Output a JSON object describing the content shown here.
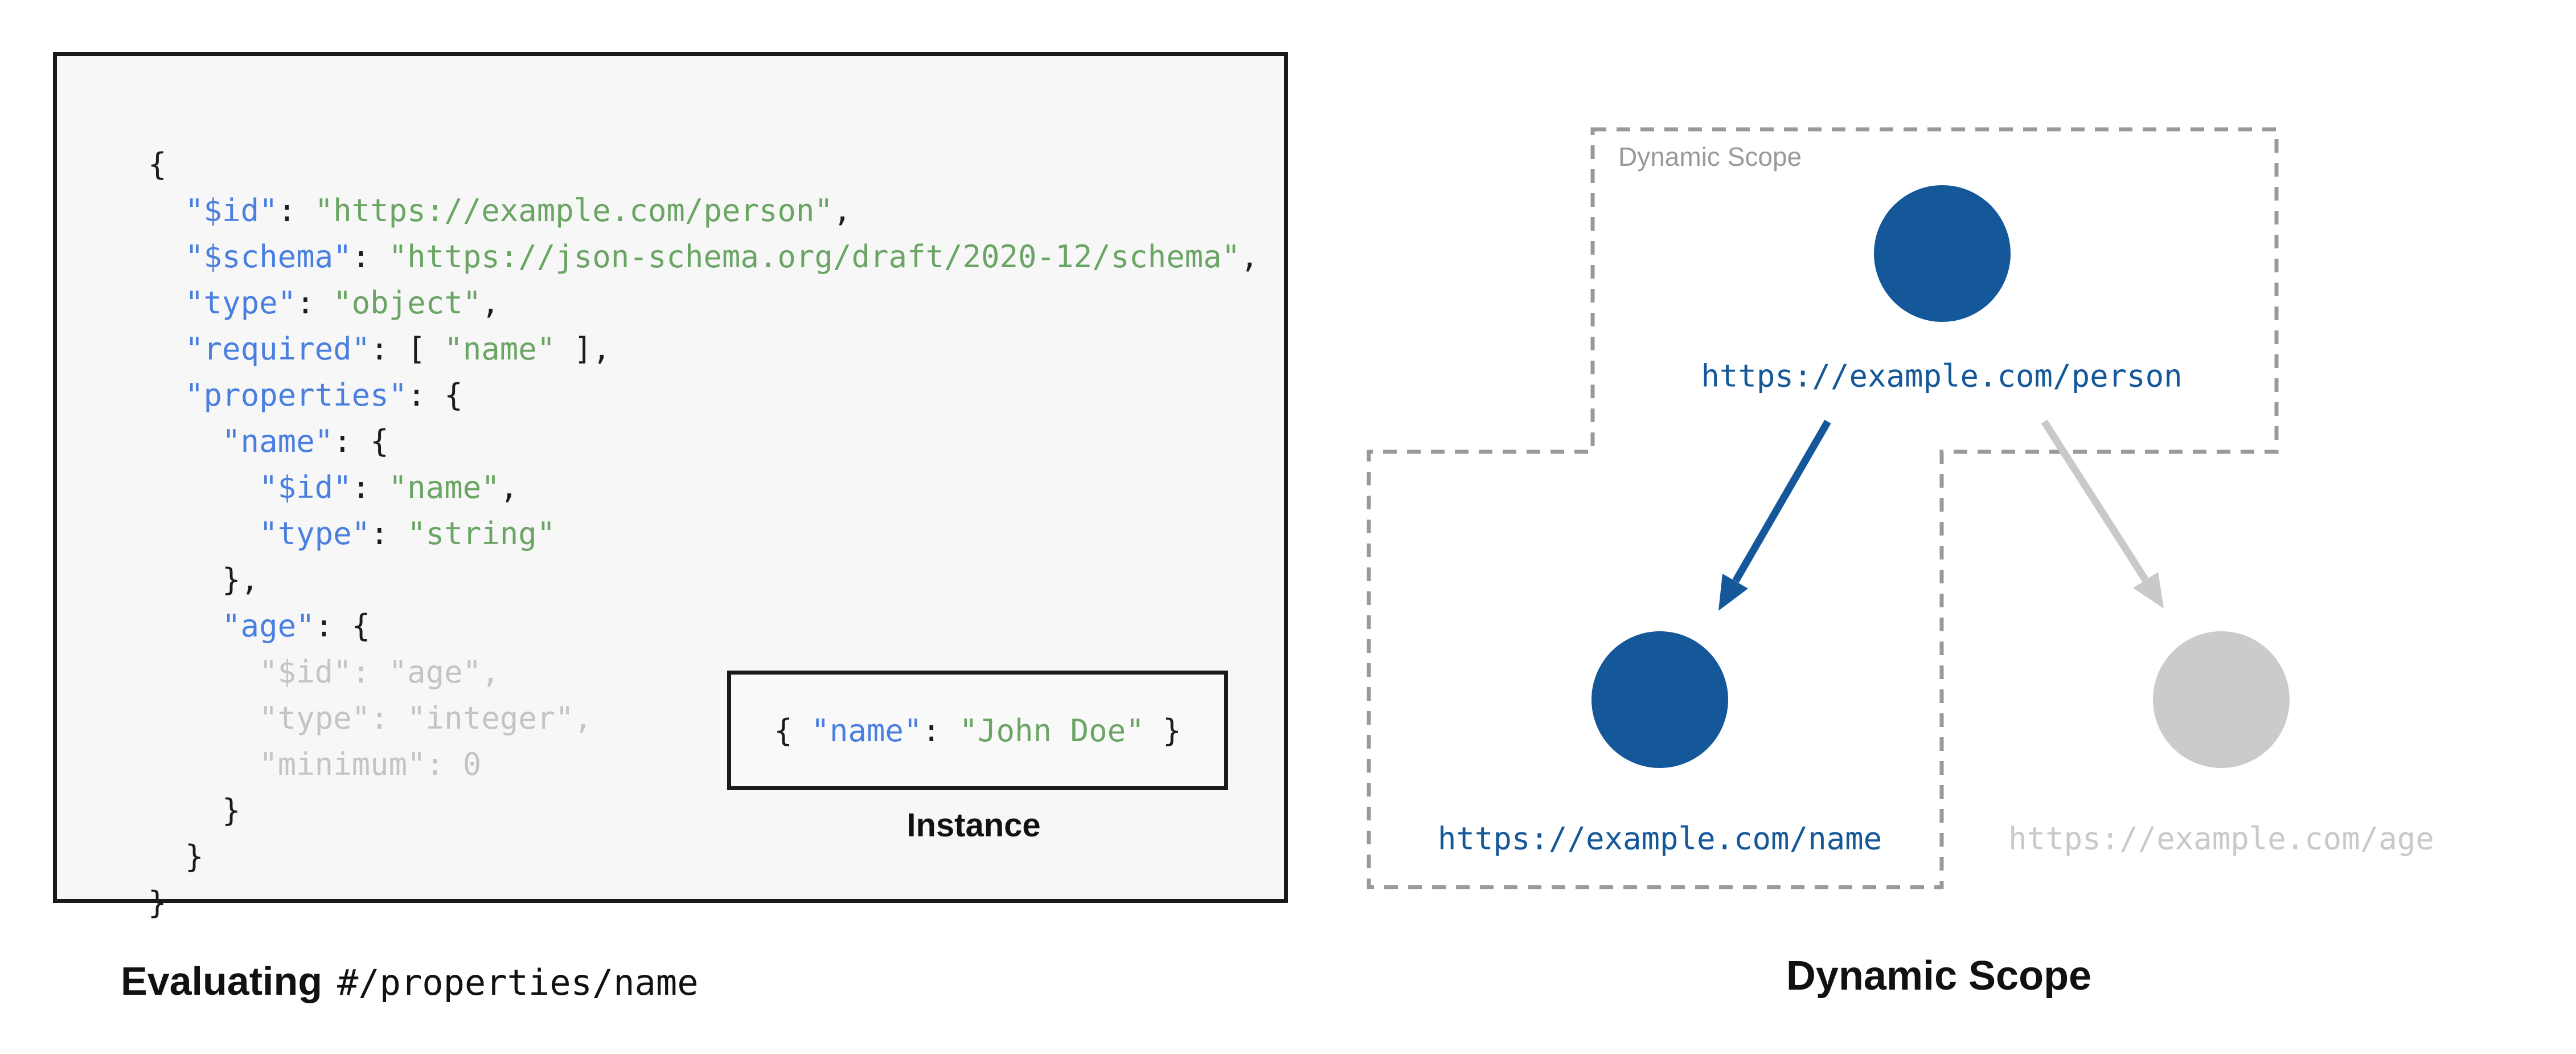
{
  "colors": {
    "key_blue": "#4a7fe0",
    "string_green": "#6aa564",
    "dimmed_gray": "#c4c4c4",
    "node_blue": "#14589a",
    "node_gray": "#cbcbcb",
    "dashed_border_gray": "#999999",
    "scope_label_gray": "#9a9a9a",
    "panel_background": "#f7f7f7"
  },
  "schema_panel": {
    "code_lines": [
      [
        [
          "p",
          "{"
        ]
      ],
      [
        [
          "p",
          "  "
        ],
        [
          "k",
          "\"$id\""
        ],
        [
          "p",
          ": "
        ],
        [
          "s",
          "\"https://example.com/person\""
        ],
        [
          "p",
          ","
        ]
      ],
      [
        [
          "p",
          "  "
        ],
        [
          "k",
          "\"$schema\""
        ],
        [
          "p",
          ": "
        ],
        [
          "s",
          "\"https://json-schema.org/draft/2020-12/schema\""
        ],
        [
          "p",
          ","
        ]
      ],
      [
        [
          "p",
          "  "
        ],
        [
          "k",
          "\"type\""
        ],
        [
          "p",
          ": "
        ],
        [
          "s",
          "\"object\""
        ],
        [
          "p",
          ","
        ]
      ],
      [
        [
          "p",
          "  "
        ],
        [
          "k",
          "\"required\""
        ],
        [
          "p",
          ": [ "
        ],
        [
          "s",
          "\"name\""
        ],
        [
          "p",
          " ],"
        ]
      ],
      [
        [
          "p",
          "  "
        ],
        [
          "k",
          "\"properties\""
        ],
        [
          "p",
          ": {"
        ]
      ],
      [
        [
          "p",
          "    "
        ],
        [
          "k",
          "\"name\""
        ],
        [
          "p",
          ": {"
        ]
      ],
      [
        [
          "p",
          "      "
        ],
        [
          "k",
          "\"$id\""
        ],
        [
          "p",
          ": "
        ],
        [
          "s",
          "\"name\""
        ],
        [
          "p",
          ","
        ]
      ],
      [
        [
          "p",
          "      "
        ],
        [
          "k",
          "\"type\""
        ],
        [
          "p",
          ": "
        ],
        [
          "s",
          "\"string\""
        ]
      ],
      [
        [
          "p",
          "    "
        ],
        [
          "p",
          "},"
        ]
      ],
      [
        [
          "p",
          "    "
        ],
        [
          "k",
          "\"age\""
        ],
        [
          "p",
          ": {"
        ]
      ],
      [
        [
          "p",
          "      "
        ],
        [
          "d",
          "\"$id\": \"age\","
        ]
      ],
      [
        [
          "p",
          "      "
        ],
        [
          "d",
          "\"type\": \"integer\","
        ]
      ],
      [
        [
          "p",
          "      "
        ],
        [
          "d",
          "\"minimum\": 0"
        ]
      ],
      [
        [
          "p",
          "    "
        ],
        [
          "p",
          "}"
        ]
      ],
      [
        [
          "p",
          "  "
        ],
        [
          "p",
          "}"
        ]
      ],
      [
        [
          "p",
          "}"
        ]
      ]
    ],
    "instance": {
      "code": [
        [
          [
            "p",
            "{ "
          ],
          [
            "k",
            "\"name\""
          ],
          [
            "p",
            ": "
          ],
          [
            "s",
            "\"John Doe\""
          ],
          [
            "p",
            " }"
          ]
        ]
      ],
      "label": "Instance"
    },
    "caption_bold": "Evaluating",
    "caption_mono": "#/properties/name"
  },
  "scope_diagram": {
    "scope_label": "Dynamic Scope",
    "nodes": [
      {
        "id": "person",
        "url": "https://example.com/person",
        "state": "in-scope"
      },
      {
        "id": "name",
        "url": "https://example.com/name",
        "state": "in-scope"
      },
      {
        "id": "age",
        "url": "https://example.com/age",
        "state": "out-of-scope"
      }
    ],
    "caption": "Dynamic Scope"
  }
}
